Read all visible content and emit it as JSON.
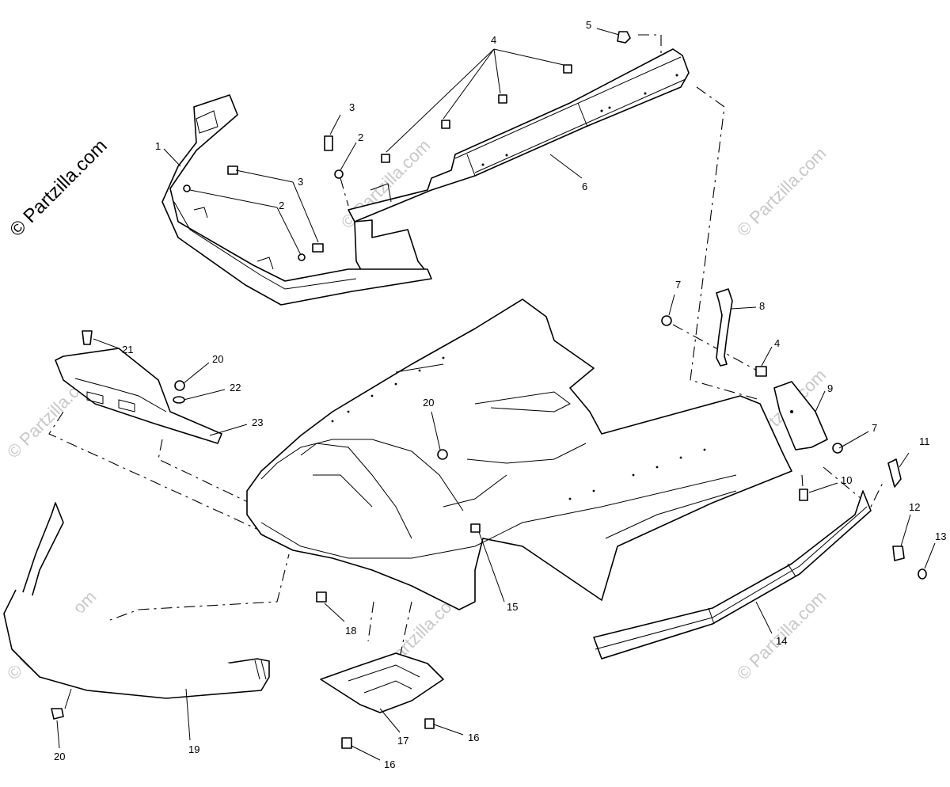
{
  "watermark": {
    "main": "© Partzilla.com",
    "repeat": "© Partzilla.com"
  },
  "callouts": {
    "c1": "1",
    "c2a": "2",
    "c2b": "2",
    "c3a": "3",
    "c3b": "3",
    "c4a": "4",
    "c4b": "4",
    "c5": "5",
    "c6": "6",
    "c7a": "7",
    "c7b": "7",
    "c8": "8",
    "c9": "9",
    "c10": "10",
    "c11": "11",
    "c12": "12",
    "c13": "13",
    "c14": "14",
    "c15": "15",
    "c16a": "16",
    "c16b": "16",
    "c17": "17",
    "c18": "18",
    "c19": "19",
    "c20a": "20",
    "c20b": "20",
    "c20c": "20",
    "c21": "21",
    "c22": "22",
    "c23": "23"
  },
  "colors": {
    "line": "#000000",
    "watermark": "#c8c8c8",
    "background": "#ffffff"
  }
}
